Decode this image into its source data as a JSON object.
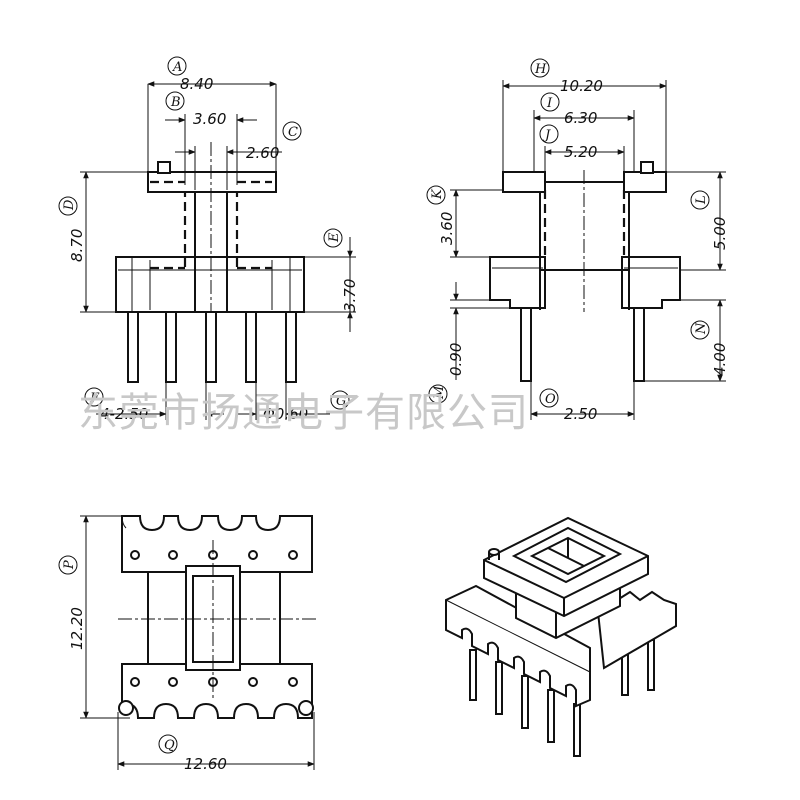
{
  "watermark": "东莞市扬通电子有限公司",
  "labels": {
    "A": "A",
    "B": "B",
    "C": "C",
    "D": "D",
    "E": "E",
    "F": "F",
    "G": "G",
    "H": "H",
    "I": "I",
    "J": "J",
    "K": "K",
    "L": "L",
    "M": "M",
    "N": "N",
    "O": "O",
    "P": "P",
    "Q": "Q"
  },
  "dims": {
    "A": "8.40",
    "B": "3.60",
    "C": "2.60",
    "D": "8.70",
    "E": "3.70",
    "F": "4-2.50",
    "G": "Φ0.60",
    "H": "10.20",
    "I": "6.30",
    "J": "5.20",
    "K": "3.60",
    "L": "5.00",
    "M": "0.90",
    "N": "4.00",
    "O": "2.50",
    "P": "12.20",
    "Q": "12.60"
  }
}
